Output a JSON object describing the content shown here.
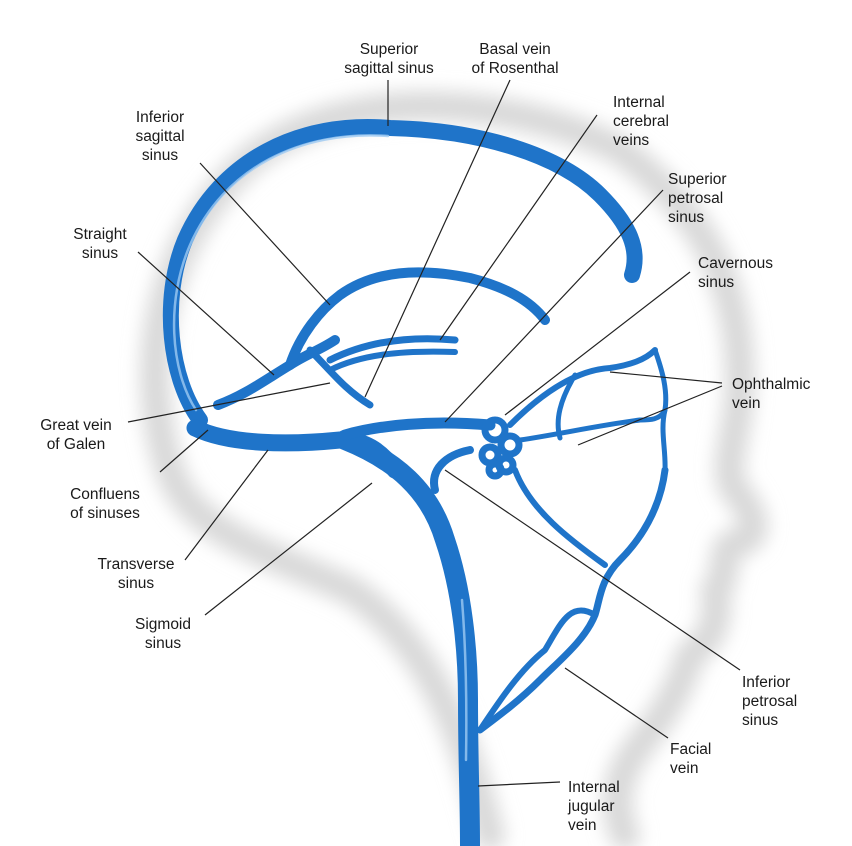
{
  "colors": {
    "vein": "#1f74c9",
    "vein_highlight": "#9cc9f2",
    "head_shadow": "#d9d9d9",
    "leader_line": "#222222"
  },
  "labels": {
    "superior_sagittal_sinus": "Superior\nsagittal sinus",
    "basal_vein_of_rosenthal": "Basal vein\nof Rosenthal",
    "internal_cerebral_veins": "Internal\ncerebral\nveins",
    "inferior_sagittal_sinus": "Inferior\nsagittal\nsinus",
    "superior_petrosal_sinus": "Superior\npetrosal\nsinus",
    "straight_sinus": "Straight\nsinus",
    "cavernous_sinus": "Cavernous\nsinus",
    "ophthalmic_vein": "Ophthalmic\nvein",
    "great_vein_of_galen": "Great vein\nof Galen",
    "confluens_of_sinuses": "Confluens\nof sinuses",
    "transverse_sinus": "Transverse\nsinus",
    "sigmoid_sinus": "Sigmoid\nsinus",
    "inferior_petrosal_sinus": "Inferior\npetrosal\nsinus",
    "facial_vein": "Facial\nvein",
    "internal_jugular_vein": "Internal\njugular\nvein"
  }
}
